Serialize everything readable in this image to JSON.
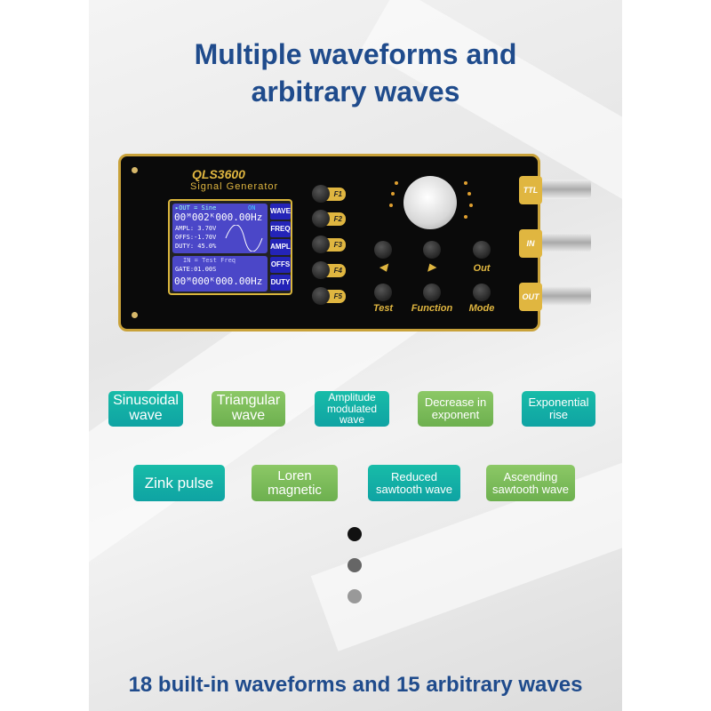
{
  "headline": [
    "Multiple waveforms and",
    "arbitrary waves"
  ],
  "device": {
    "model": "QLS3600",
    "subtitle": "Signal Generator",
    "screen": {
      "out_line": "▸OUT = Sine",
      "out_state": "ON",
      "out_freq": "00ᴹ002ᴷ000.00Hz",
      "ampl": "AMPL: 3.70V",
      "offs": "OFFS:-1.70V",
      "duty": "DUTY: 45.0%",
      "in_line": "IN = Test Freq",
      "gate": "GATE:01.00S",
      "in_freq": "00ᴹ000ᴷ000.00Hz"
    },
    "soft_keys": [
      "WAVE",
      "FREQ",
      "AMPL",
      "OFFS",
      "DUTY"
    ],
    "f_keys": [
      "F1",
      "F2",
      "F3",
      "F4",
      "F5"
    ],
    "key_labels": [
      "◀",
      "▶",
      "Out",
      "Test",
      "Function",
      "Mode"
    ],
    "ports": [
      "TTL",
      "IN",
      "OUT"
    ]
  },
  "waveforms_row1": [
    {
      "label": "Sinusoidal wave",
      "color": "teal"
    },
    {
      "label": "Triangular wave",
      "color": "green"
    },
    {
      "label": "Amplitude modulated wave",
      "color": "teal"
    },
    {
      "label": "Decrease in exponent",
      "color": "green"
    },
    {
      "label": "Exponential rise",
      "color": "teal"
    }
  ],
  "waveforms_row2": [
    {
      "label": "Zink pulse",
      "color": "teal"
    },
    {
      "label": "Loren magnetic",
      "color": "green"
    },
    {
      "label": "Reduced sawtooth wave",
      "color": "teal"
    },
    {
      "label": "Ascending sawtooth wave",
      "color": "green"
    }
  ],
  "pager": {
    "count": 3,
    "active": 0
  },
  "footer": "18 built-in waveforms and 15 arbitrary waves"
}
